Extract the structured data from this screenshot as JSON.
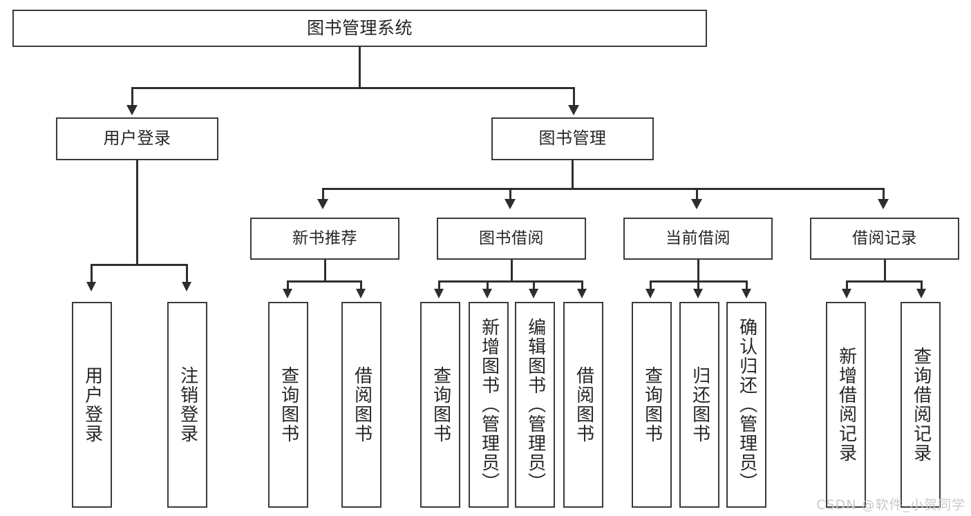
{
  "diagram": {
    "title": "图书管理系统",
    "type": "tree",
    "watermark": "CSDN @软件_小贺同学",
    "colors": {
      "box_border": "#3a3a3a",
      "connector": "#2e2e2e",
      "background": "#ffffff",
      "text": "#262626",
      "watermark": "#c9c9c9"
    },
    "root": {
      "label": "图书管理系统"
    },
    "level2": [
      {
        "label": "用户登录"
      },
      {
        "label": "图书管理"
      }
    ],
    "level3": [
      {
        "label": "新书推荐"
      },
      {
        "label": "图书借阅"
      },
      {
        "label": "当前借阅"
      },
      {
        "label": "借阅记录"
      }
    ],
    "leaves": {
      "user_login": [
        {
          "label": "用户登录"
        },
        {
          "label": "注销登录"
        }
      ],
      "new_book_recommend": [
        {
          "label": "查询图书"
        },
        {
          "label": "借阅图书"
        }
      ],
      "book_borrow": [
        {
          "label": "查询图书"
        },
        {
          "label": "新增图书（管理员）"
        },
        {
          "label": "编辑图书（管理员）"
        },
        {
          "label": "借阅图书"
        }
      ],
      "current_borrow": [
        {
          "label": "查询图书"
        },
        {
          "label": "归还图书"
        },
        {
          "label": "确认归还（管理员）"
        }
      ],
      "borrow_record": [
        {
          "label": "新增借阅记录"
        },
        {
          "label": "查询借阅记录"
        }
      ]
    }
  }
}
